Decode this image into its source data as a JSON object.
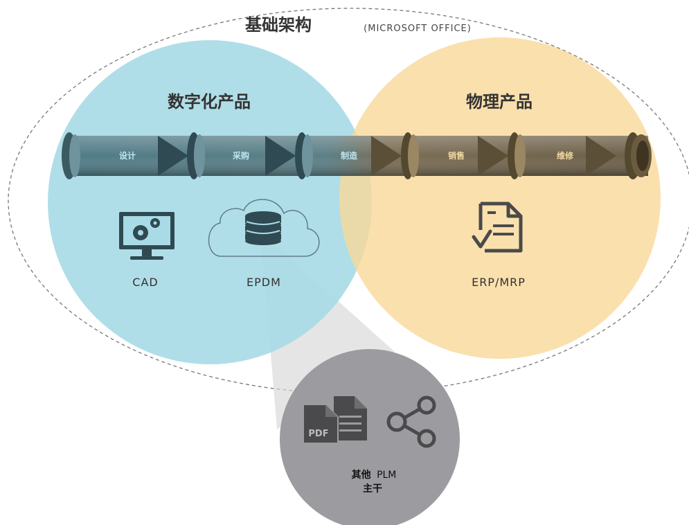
{
  "infrastructure": {
    "title": "基础架构",
    "subtitle": "(MICROSOFT OFFICE)"
  },
  "digital_products": {
    "title": "数字化产品",
    "tools": [
      "CAD",
      "EPDM"
    ]
  },
  "physical_products": {
    "title": "物理产品",
    "tools": [
      "ERP/MRP"
    ]
  },
  "pipeline": {
    "stages": [
      {
        "label": "设计"
      },
      {
        "label": "采购"
      },
      {
        "label": "制造"
      },
      {
        "label": "销售"
      },
      {
        "label": "维修"
      }
    ]
  },
  "other_plm": {
    "line1_cn": "其他",
    "line1_en": "PLM",
    "line2": "主干",
    "file_badge": "PDF"
  },
  "colors": {
    "digital_circle": "#a9dbe6",
    "physical_circle": "#f9d898",
    "plm_circle": "#9c9ca0",
    "pipe_teal": "#4f7b87",
    "pipe_brown": "#7c6c52",
    "label_teal": "#bfe6ef",
    "label_gold": "#f2d9a2"
  },
  "icons": [
    "monitor-gears-icon",
    "cloud-database-icon",
    "checklist-document-icon",
    "pdf-files-icon",
    "share-icon"
  ]
}
